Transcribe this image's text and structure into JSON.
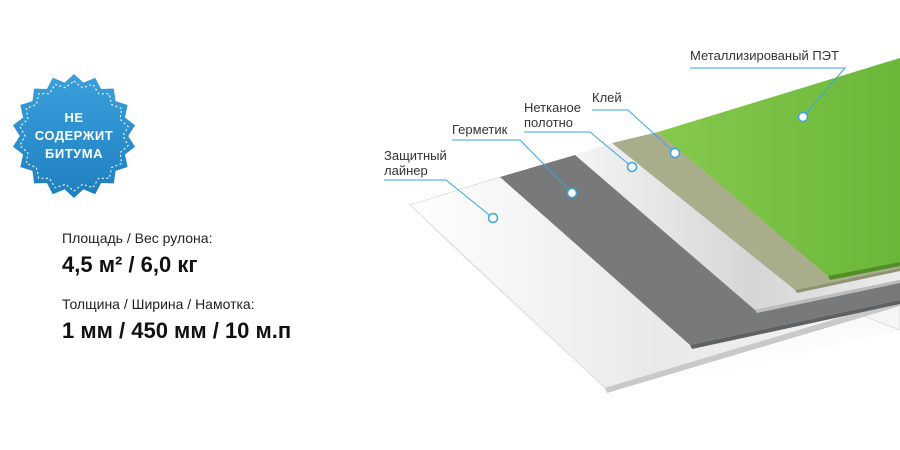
{
  "badge": {
    "line1": "НЕ",
    "line2": "СОДЕРЖИТ",
    "line3": "БИТУМА",
    "color": "#2a8fcf"
  },
  "specs": {
    "area_weight_label": "Площадь / Вес рулона:",
    "area_weight_value": "4,5 м² / 6,0 кг",
    "dimensions_label": "Толщина / Ширина / Намотка:",
    "dimensions_value": "1 мм / 450 мм / 10 м.п"
  },
  "layers": {
    "pet": {
      "label": "Металлизированый ПЭТ",
      "color": "#7ac143"
    },
    "glue": {
      "label": "Клей",
      "color": "#a9ad8c"
    },
    "nonwoven": {
      "line1": "Нетканое",
      "line2": "полотно",
      "color": "#e6e6e6"
    },
    "sealant": {
      "label": "Герметик",
      "color": "#77797b"
    },
    "liner": {
      "line1": "Защитный",
      "line2": "лайнер",
      "color": "#f2f2f2"
    }
  },
  "accent_color": "#3aa6dd"
}
